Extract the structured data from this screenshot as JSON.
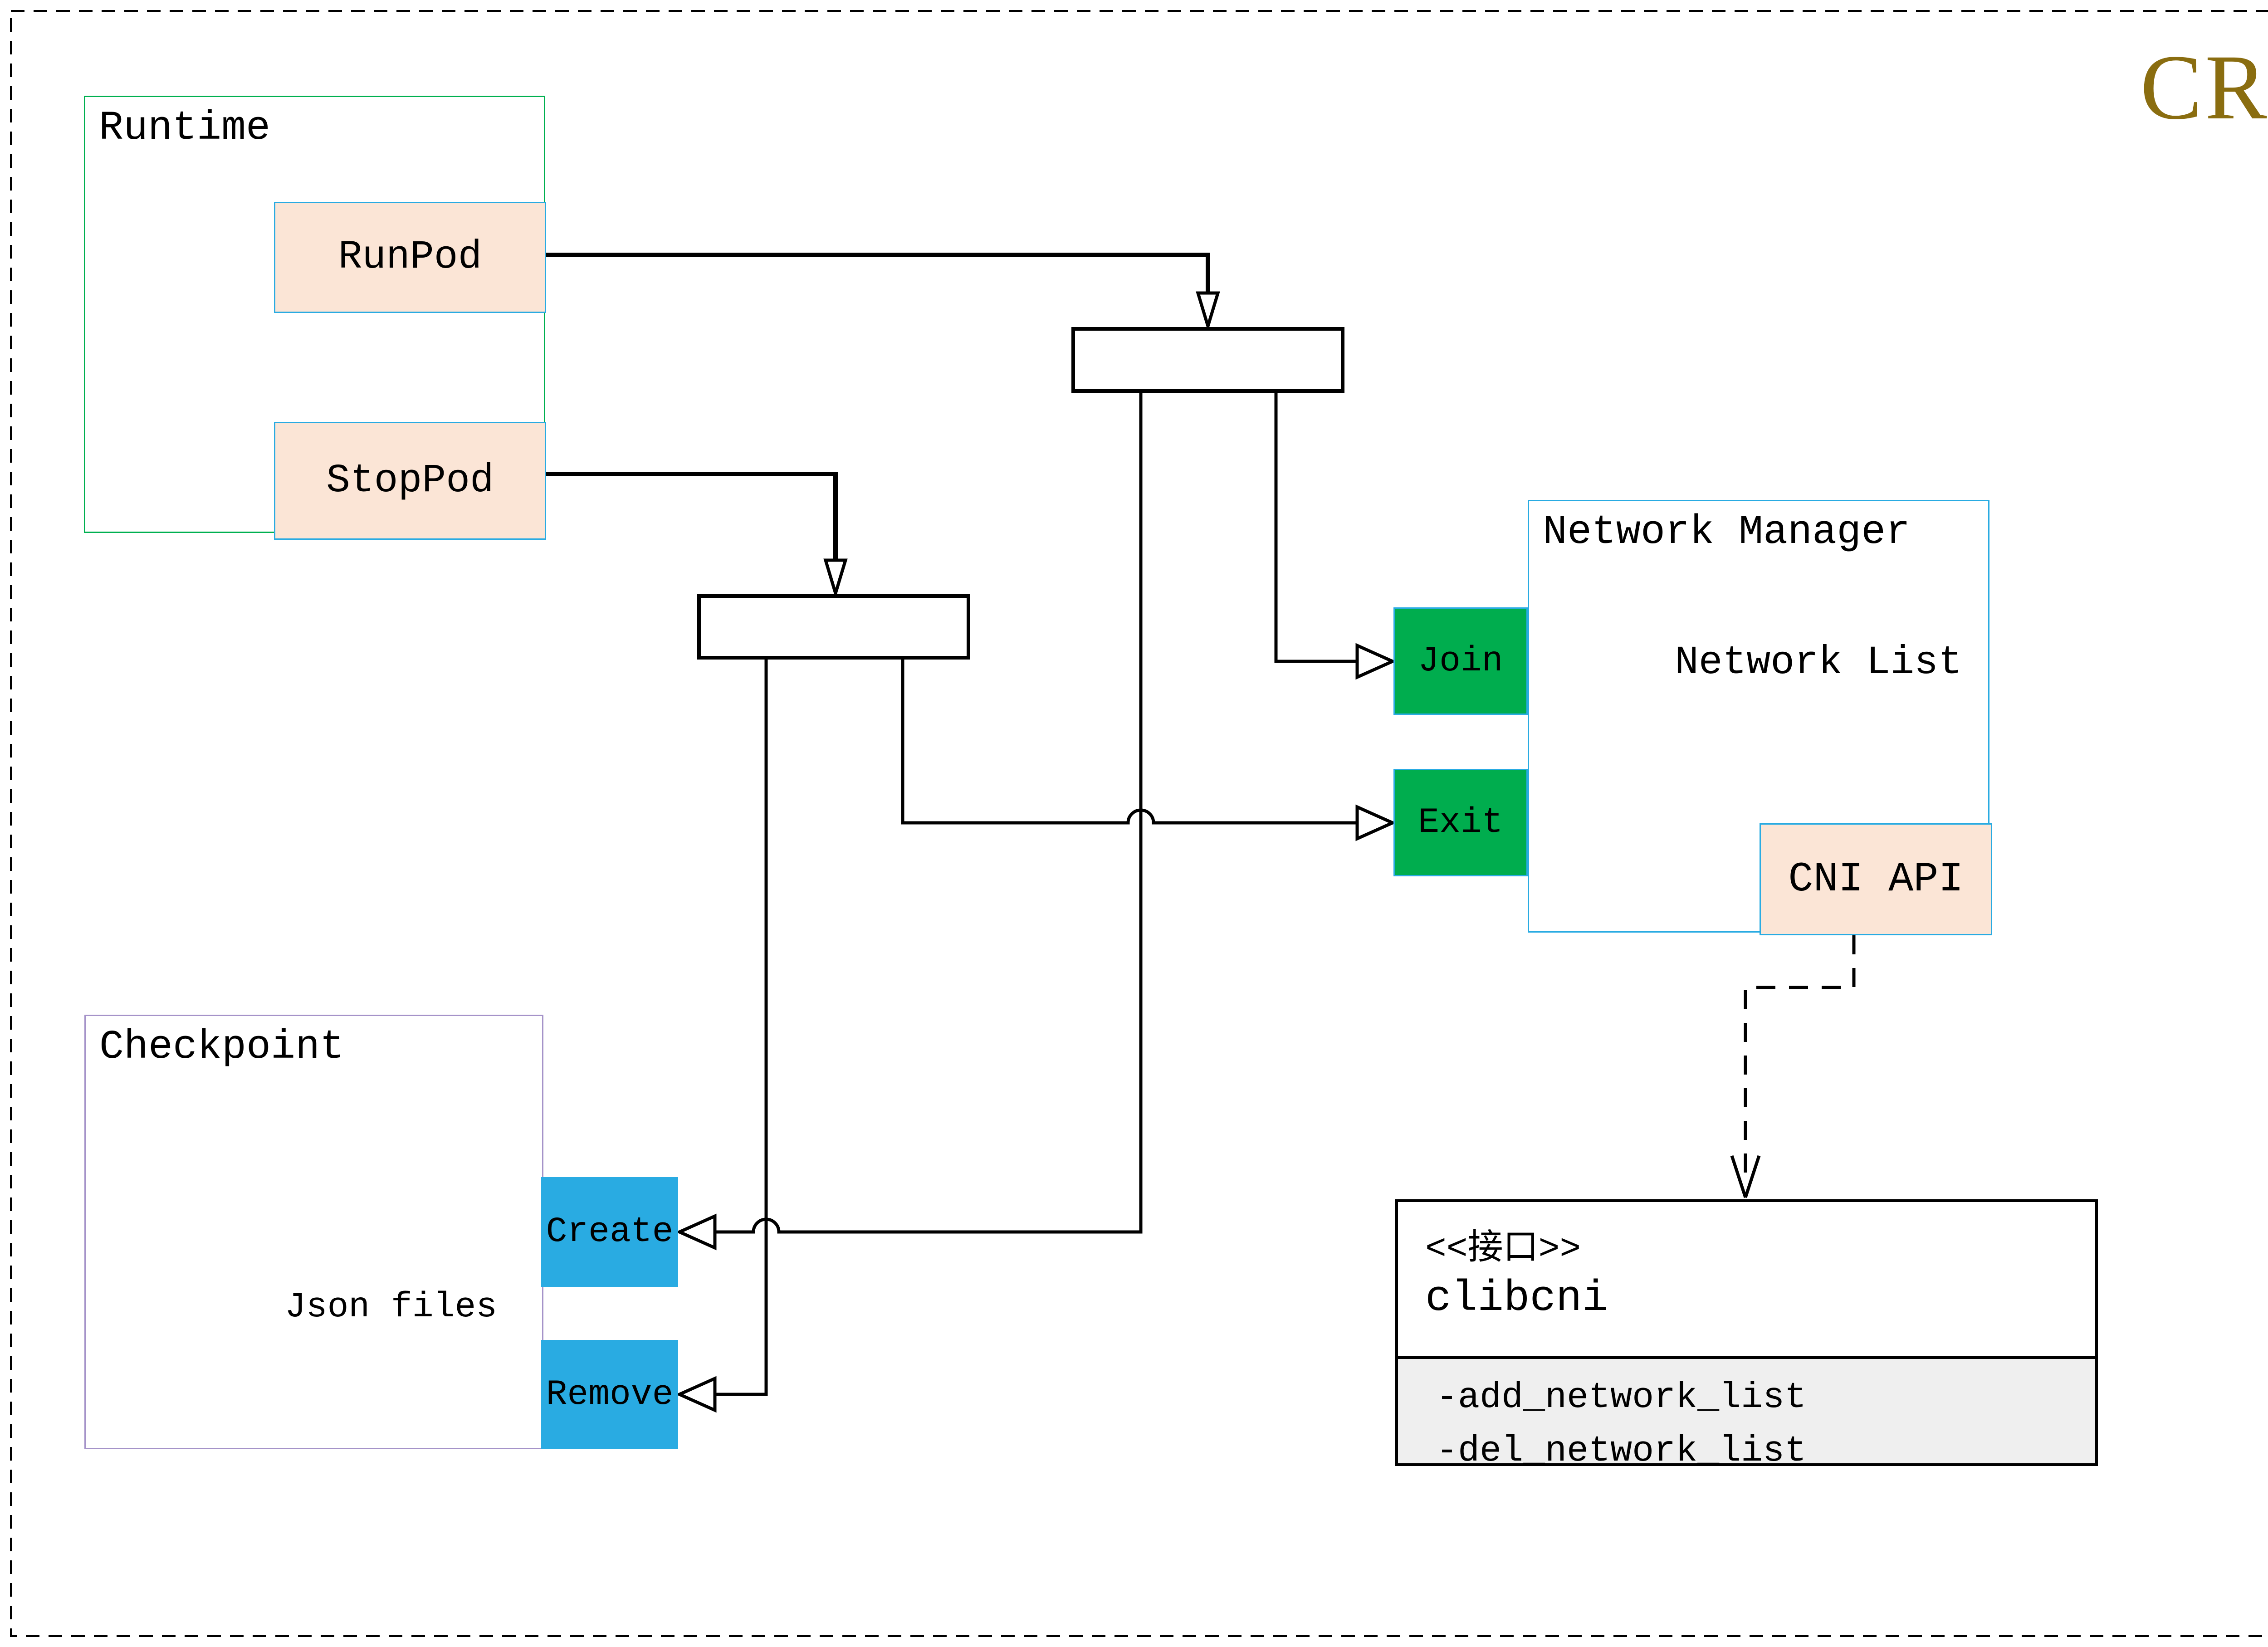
{
  "page": {
    "title": "CRI"
  },
  "colors": {
    "title": "#8A6D10",
    "runtime_border": "#00B050",
    "light_blue_border": "#29ABE2",
    "peach_fill": "#FBE5D6",
    "green_fill": "#00AD4E",
    "blue_fill": "#29ABE2",
    "checkpoint_border": "#A593C9",
    "cylinder_stroke": "#666666",
    "uml_section_fill": "#EFEFEF",
    "line": "#000000"
  },
  "runtime": {
    "title": "Runtime",
    "run_pod": "RunPod",
    "stop_pod": "StopPod"
  },
  "network_manager": {
    "title": "Network Manager",
    "network_list": "Network List",
    "join": "Join",
    "exit": "Exit",
    "cni_api": "CNI API"
  },
  "checkpoint": {
    "title": "Checkpoint",
    "json_files": "Json files",
    "create": "Create",
    "remove": "Remove"
  },
  "clibcni": {
    "stereotype": "<<接口>>",
    "name": "clibcni",
    "method_add": "-add_network_list",
    "method_del": "-del_network_list"
  }
}
